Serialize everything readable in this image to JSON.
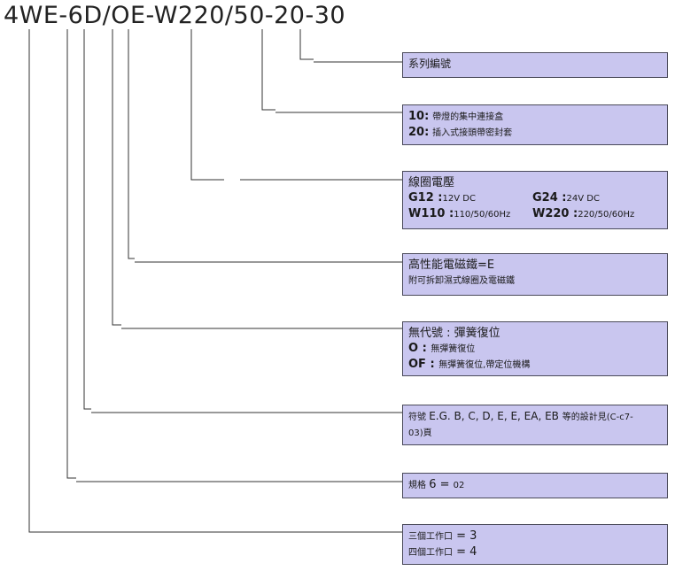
{
  "model_code": "4WE-6D/OE-W220/50-20-30",
  "boxes": {
    "series": {
      "title": "系列編號"
    },
    "housing": {
      "l1_code": "10:",
      "l1_text": "帶燈的集中連接盒",
      "l2_code": "20:",
      "l2_text": "插入式接頭帶密封套"
    },
    "voltage": {
      "title": "線圈電壓",
      "g12_code": "G12 :",
      "g12_val": "12V DC",
      "g24_code": "G24 :",
      "g24_val": "24V DC",
      "w110_code": "W110 :",
      "w110_val": "110/50/60Hz",
      "w220_code": "W220 :",
      "w220_val": "220/50/60Hz"
    },
    "solenoid": {
      "title": "高性能電磁鐵=E",
      "note": "附可拆卸濕式線圈及電磁鐵"
    },
    "spring": {
      "title_a": "無代號 : ",
      "title_b": "彈簧復位",
      "l1_code": "O : ",
      "l1_text": "無彈簧復位",
      "l2_code": "OF : ",
      "l2_text": "無彈簧復位,帶定位機構"
    },
    "symbol": {
      "pre": "符號 ",
      "codes": "E.G. B, C, D, E, E, EA, EB ",
      "mid": "等的設計見(C-c7-",
      "l2": "03)頁"
    },
    "size": {
      "label": "規格 ",
      "code": "6 = ",
      "val": "02"
    },
    "ports": {
      "l1_text": "三個工作口",
      "l1_val": " = 3",
      "l2_text": "四個工作口",
      "l2_val": " = 4"
    }
  }
}
